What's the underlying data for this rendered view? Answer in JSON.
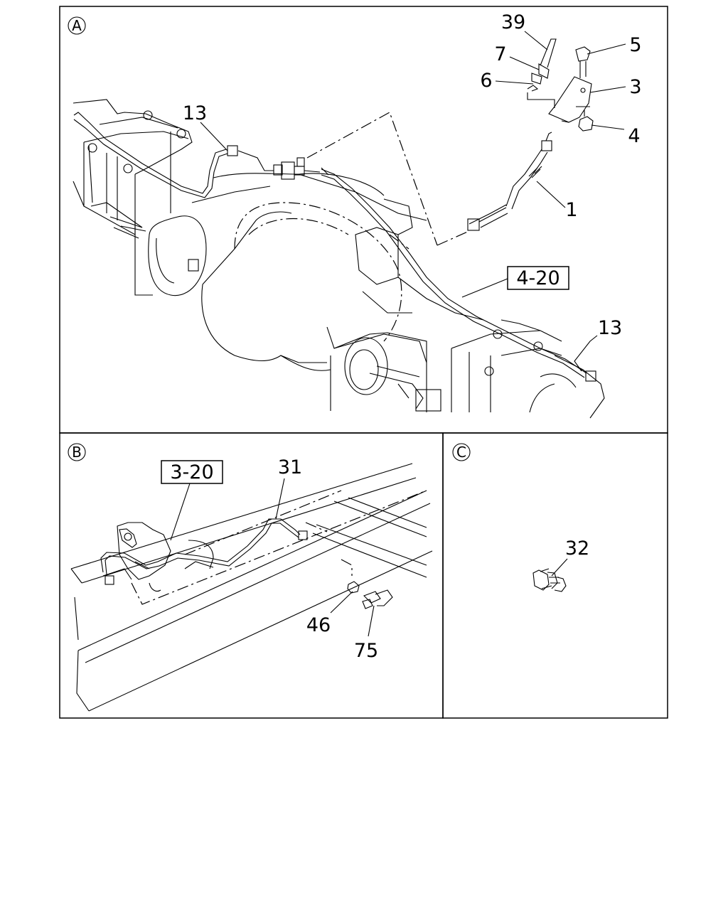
{
  "panels": {
    "a": {
      "id": "A"
    },
    "b": {
      "id": "B"
    },
    "c": {
      "id": "C"
    }
  },
  "refs": {
    "a": "4-20",
    "b": "3-20"
  },
  "labels": {
    "a_39": "39",
    "a_7": "7",
    "a_6": "6",
    "a_5": "5",
    "a_3": "3",
    "a_4": "4",
    "a_1": "1",
    "a_13_top": "13",
    "a_13_right": "13",
    "b_31": "31",
    "b_46": "46",
    "b_75": "75",
    "c_32": "32"
  }
}
